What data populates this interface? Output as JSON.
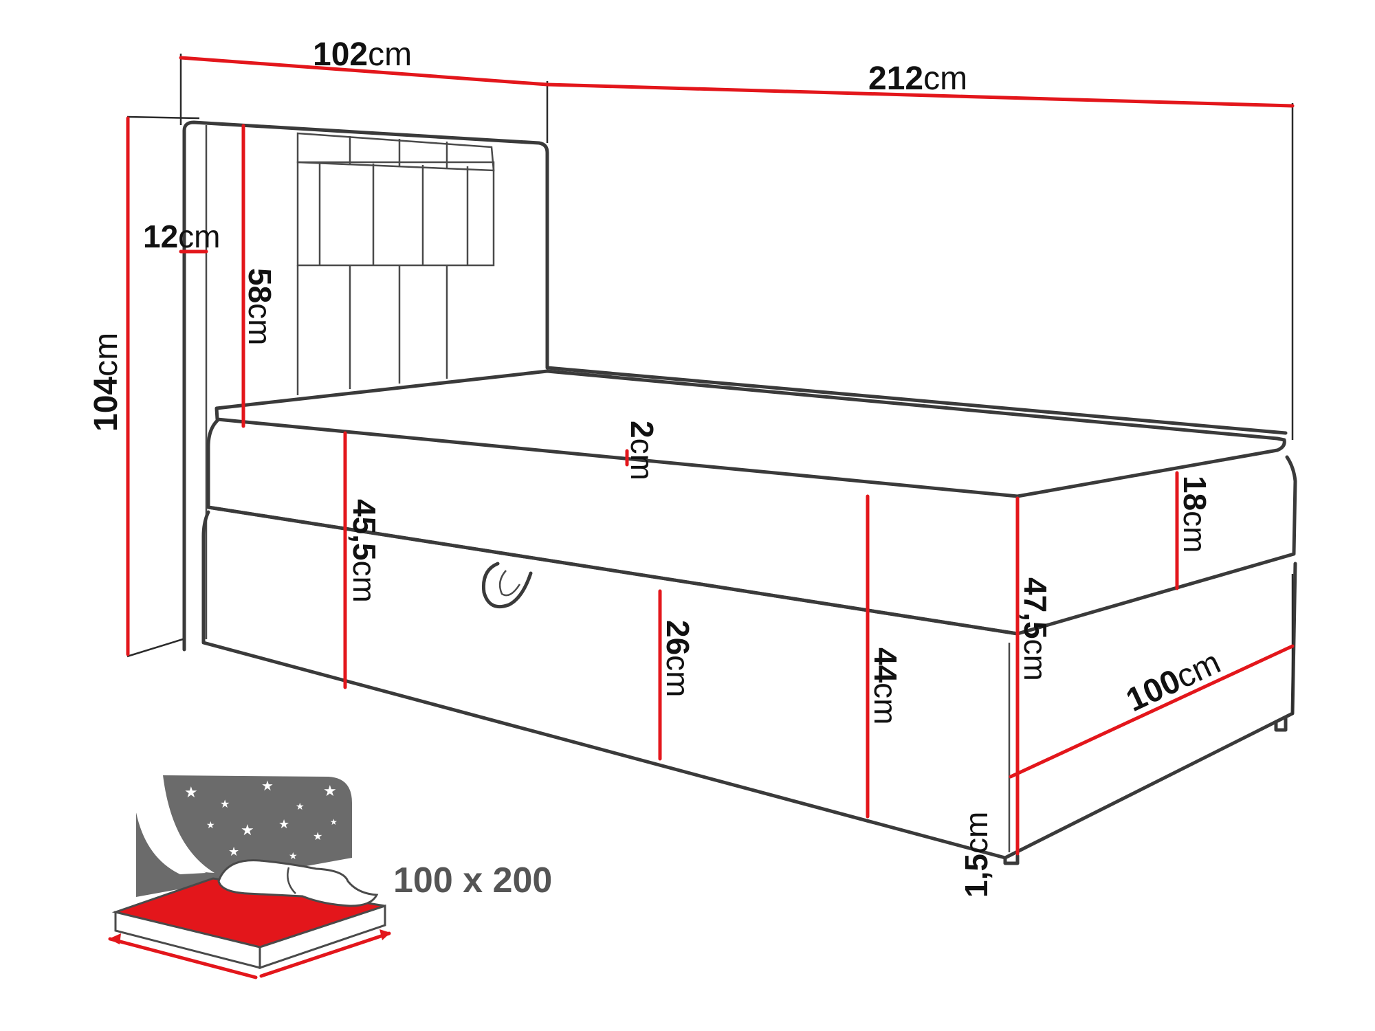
{
  "dimensions": {
    "width_top": {
      "num": "102",
      "unit": "cm"
    },
    "length": {
      "num": "212",
      "unit": "cm"
    },
    "headboard_thick": {
      "num": "12",
      "unit": "cm"
    },
    "headboard_panel": {
      "num": "58",
      "unit": "cm"
    },
    "total_height": {
      "num": "104",
      "unit": "cm"
    },
    "topper": {
      "num": "2",
      "unit": "cm"
    },
    "side_height": {
      "num": "45,5",
      "unit": "cm"
    },
    "mattress": {
      "num": "18",
      "unit": "cm"
    },
    "box_base": {
      "num": "26",
      "unit": "cm"
    },
    "box_total": {
      "num": "44",
      "unit": "cm"
    },
    "foot_height": {
      "num": "47,5",
      "unit": "cm"
    },
    "depth_foot": {
      "num": "100",
      "unit": "cm"
    },
    "leg": {
      "num": "1,5",
      "unit": "cm"
    }
  },
  "mattress_size": "100 x 200",
  "colors": {
    "accent": "#e3161b",
    "outline": "#3a3a3a",
    "icon_fill": "#6b6b6b"
  }
}
